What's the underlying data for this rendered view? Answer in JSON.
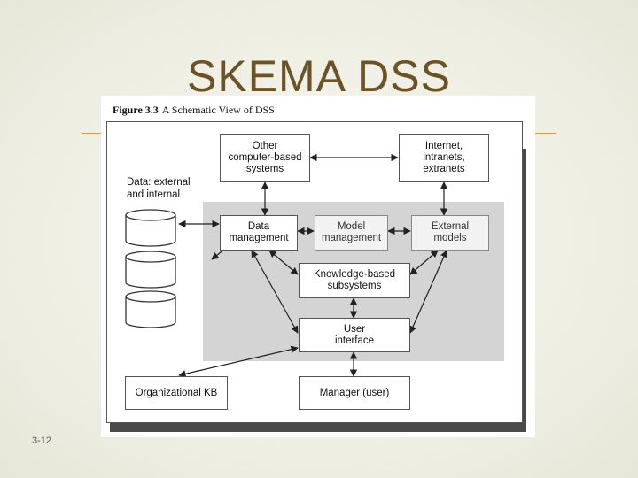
{
  "slide": {
    "title": "SKEMA DSS",
    "number": "3-12"
  },
  "figure": {
    "label": "Figure 3.3",
    "caption": "A Schematic View of DSS",
    "data_label": "Data: external\nand internal",
    "boxes": {
      "other_systems": "Other\ncomputer-based\nsystems",
      "internet": "Internet,\nintranets,\nextranets",
      "data_management": "Data\nmanagement",
      "model_management": "Model\nmanagement",
      "external_models": "External\nmodels",
      "kb_subsystems": "Knowledge-based\nsubsystems",
      "user_interface": "User\ninterface",
      "organizational_kb": "Organizational KB",
      "manager": "Manager (user)"
    }
  }
}
